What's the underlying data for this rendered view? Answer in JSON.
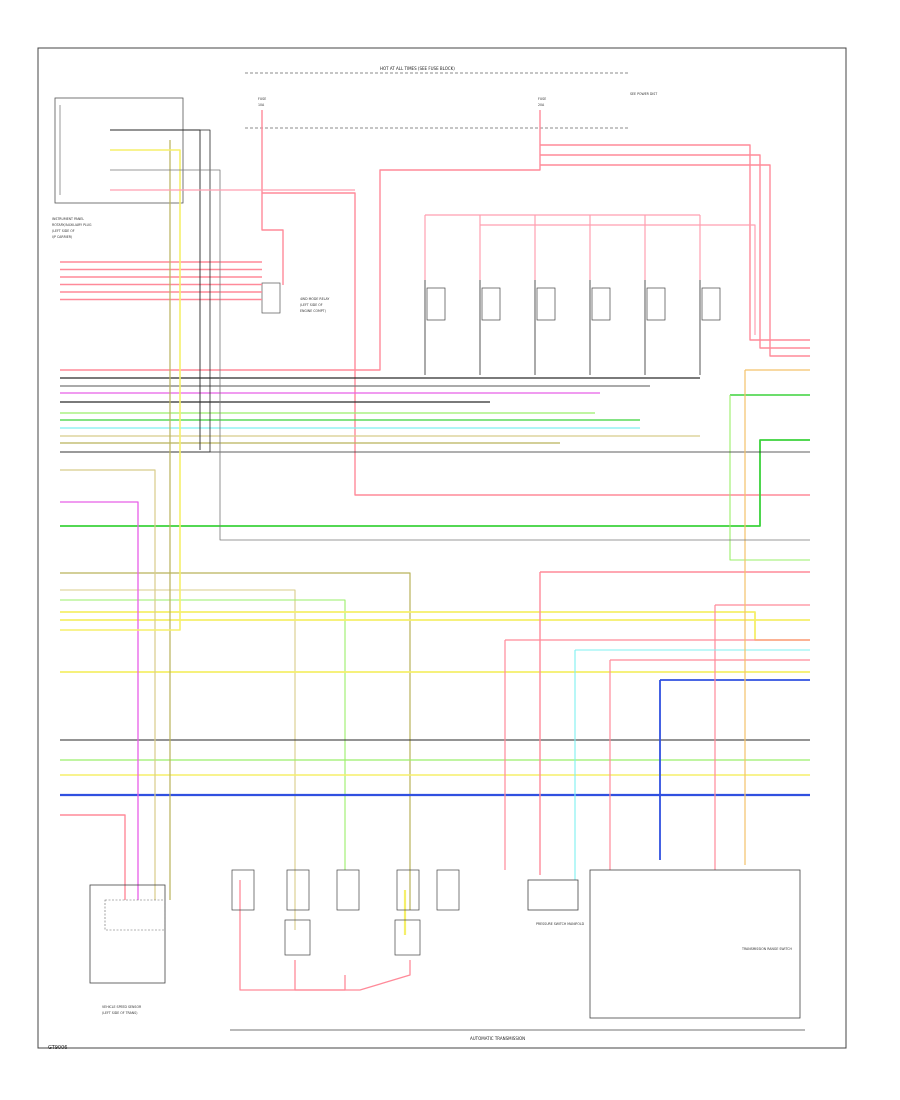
{
  "diagram": {
    "top_bus_label": "HOT AT ALL TIMES (SEE FUSE BLOCK)",
    "top_fuse_left_1": "FUSE",
    "top_fuse_left_2": "10A",
    "top_fuse_right_1": "FUSE",
    "top_fuse_right_2": "20A",
    "top_right_note": "SEE POWER DIST",
    "left_module_lines": [
      "INSTRUMENT PANEL",
      "ROTARY/AUXILIARY PLUG",
      "(LEFT SIDE OF",
      "I/P CARRIER)"
    ],
    "center_relay_lines": [
      "4WD MODE RELAY",
      "(LEFT SIDE OF",
      "ENGINE COMPT)"
    ],
    "bottom_left_component": "VEHICLE SPEED SENSOR",
    "bottom_left_component_2": "(LEFT SIDE OF TRANS)",
    "middle_bottom_component": "PRESSURE SWITCH MANIFOLD",
    "right_bottom_component": "TRANSMISSION RANGE SWITCH",
    "bottom_bar_label": "AUTOMATIC TRANSMISSION",
    "footer_id": "GT9006"
  },
  "colors": {
    "red": "#ff8a99",
    "pink": "#ff9fb0",
    "yellow": "#f5ef6a",
    "green": "#3bd23b",
    "light_green": "#9aef6a",
    "cyan": "#7ff0f0",
    "blue": "#3050e0",
    "violet": "#e85fe8",
    "tan": "#d8cc8a",
    "dark_yellow": "#b9b25a",
    "gray": "#777777",
    "black": "#2a2a2a",
    "orange": "#f3c26a"
  },
  "icons": [
    "switch-icon",
    "relay-icon",
    "solenoid-icon",
    "ground-icon"
  ]
}
